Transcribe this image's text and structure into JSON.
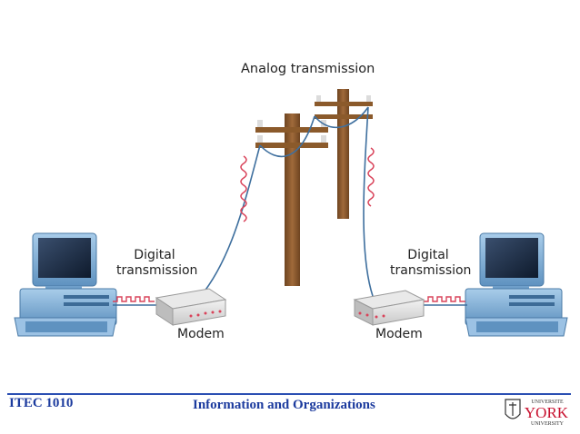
{
  "diagram": {
    "analog_label": "Analog transmission",
    "digital_label_left": [
      "Digital",
      "transmission"
    ],
    "digital_label_right": [
      "Digital",
      "transmission"
    ],
    "modem_label_left": "Modem",
    "modem_label_right": "Modem"
  },
  "footer": {
    "course_code": "ITEC 1010",
    "course_title": "Information and Organizations",
    "logo": {
      "top_text": "UNIVERSITE",
      "main_text": "YORK",
      "bottom_text": "UNIVERSITY"
    }
  },
  "colors": {
    "footer_text": "#1c3b9e",
    "footer_rule": "#2b4fb3",
    "pole": "#8b5a2b",
    "wave": "#d9435a",
    "cable": "#3e6f9e",
    "computer": "#7fb0d8",
    "york_red": "#c8102e"
  },
  "icons": [
    "computer-icon",
    "modem-icon",
    "utility-pole-icon",
    "analog-wave-icon",
    "digital-wave-icon",
    "york-crest-icon"
  ]
}
